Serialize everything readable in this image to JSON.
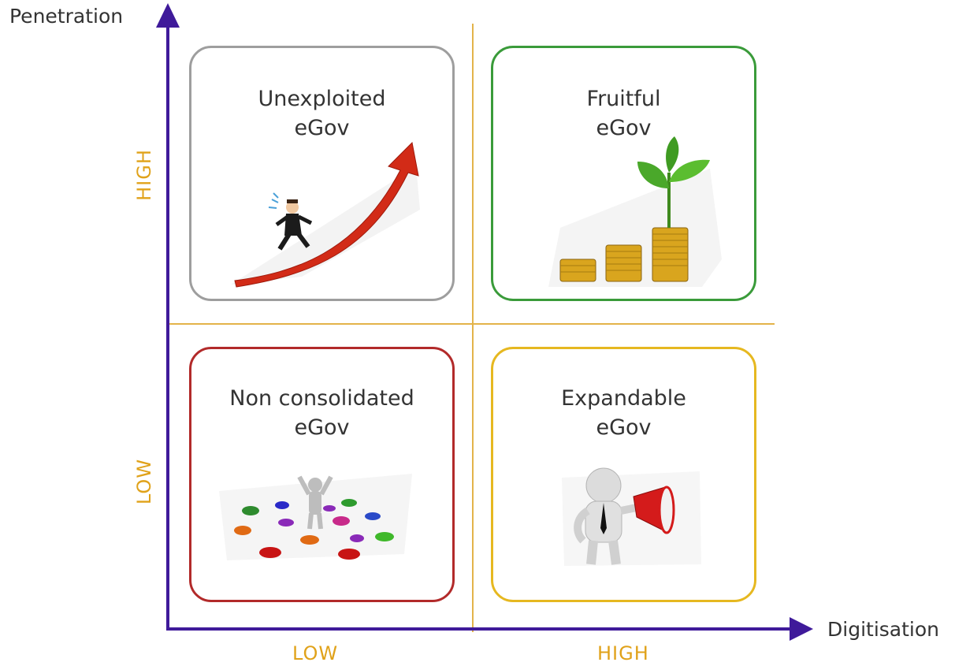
{
  "axes": {
    "y_title": "Penetration",
    "x_title": "Digitisation",
    "y_ticks": [
      "HIGH",
      "LOW"
    ],
    "x_ticks": [
      "LOW",
      "HIGH"
    ],
    "axis_color": "#3f1a9a",
    "divider_color": "#e3b34a",
    "tick_color": "#e0a21a"
  },
  "quadrants": [
    {
      "id": "unexploited",
      "line1": "Unexploited",
      "line2": "eGov",
      "border_color": "#9e9e9e",
      "icon": "running-man-rising-arrow-icon"
    },
    {
      "id": "fruitful",
      "line1": "Fruitful",
      "line2": "eGov",
      "border_color": "#3a9b3a",
      "icon": "coins-plant-growth-icon"
    },
    {
      "id": "non-consolidated",
      "line1": "Non consolidated",
      "line2": "eGov",
      "border_color": "#b22a2a",
      "icon": "scattered-puzzle-pieces-icon"
    },
    {
      "id": "expandable",
      "line1": "Expandable",
      "line2": "eGov",
      "border_color": "#e6b820",
      "icon": "megaphone-figure-icon"
    }
  ]
}
